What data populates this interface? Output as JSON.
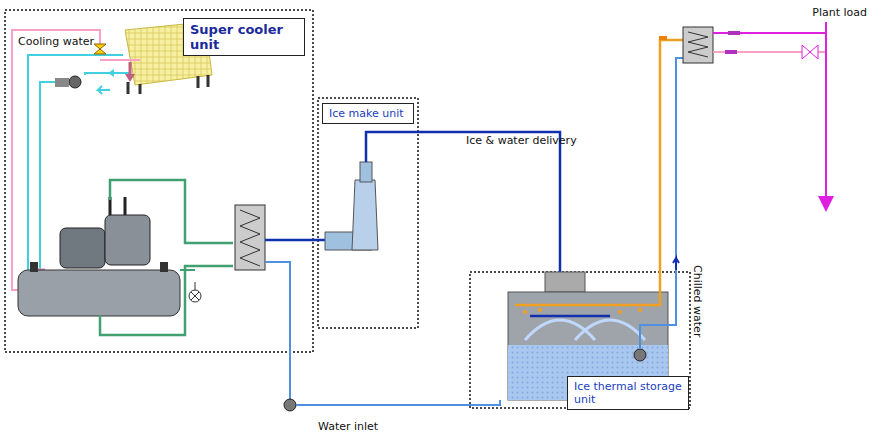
{
  "diagram": {
    "nodes": [
      {
        "text": [
          "Super cooler unit"
        ]
      },
      {
        "text": [
          "Ice make unit"
        ]
      },
      {
        "text": [
          "Ice thermal storage unit"
        ]
      }
    ],
    "labels": [
      "Plant load",
      "Cooling water",
      "Ice & water delivery",
      "Chilled water",
      "Water inlet"
    ]
  }
}
